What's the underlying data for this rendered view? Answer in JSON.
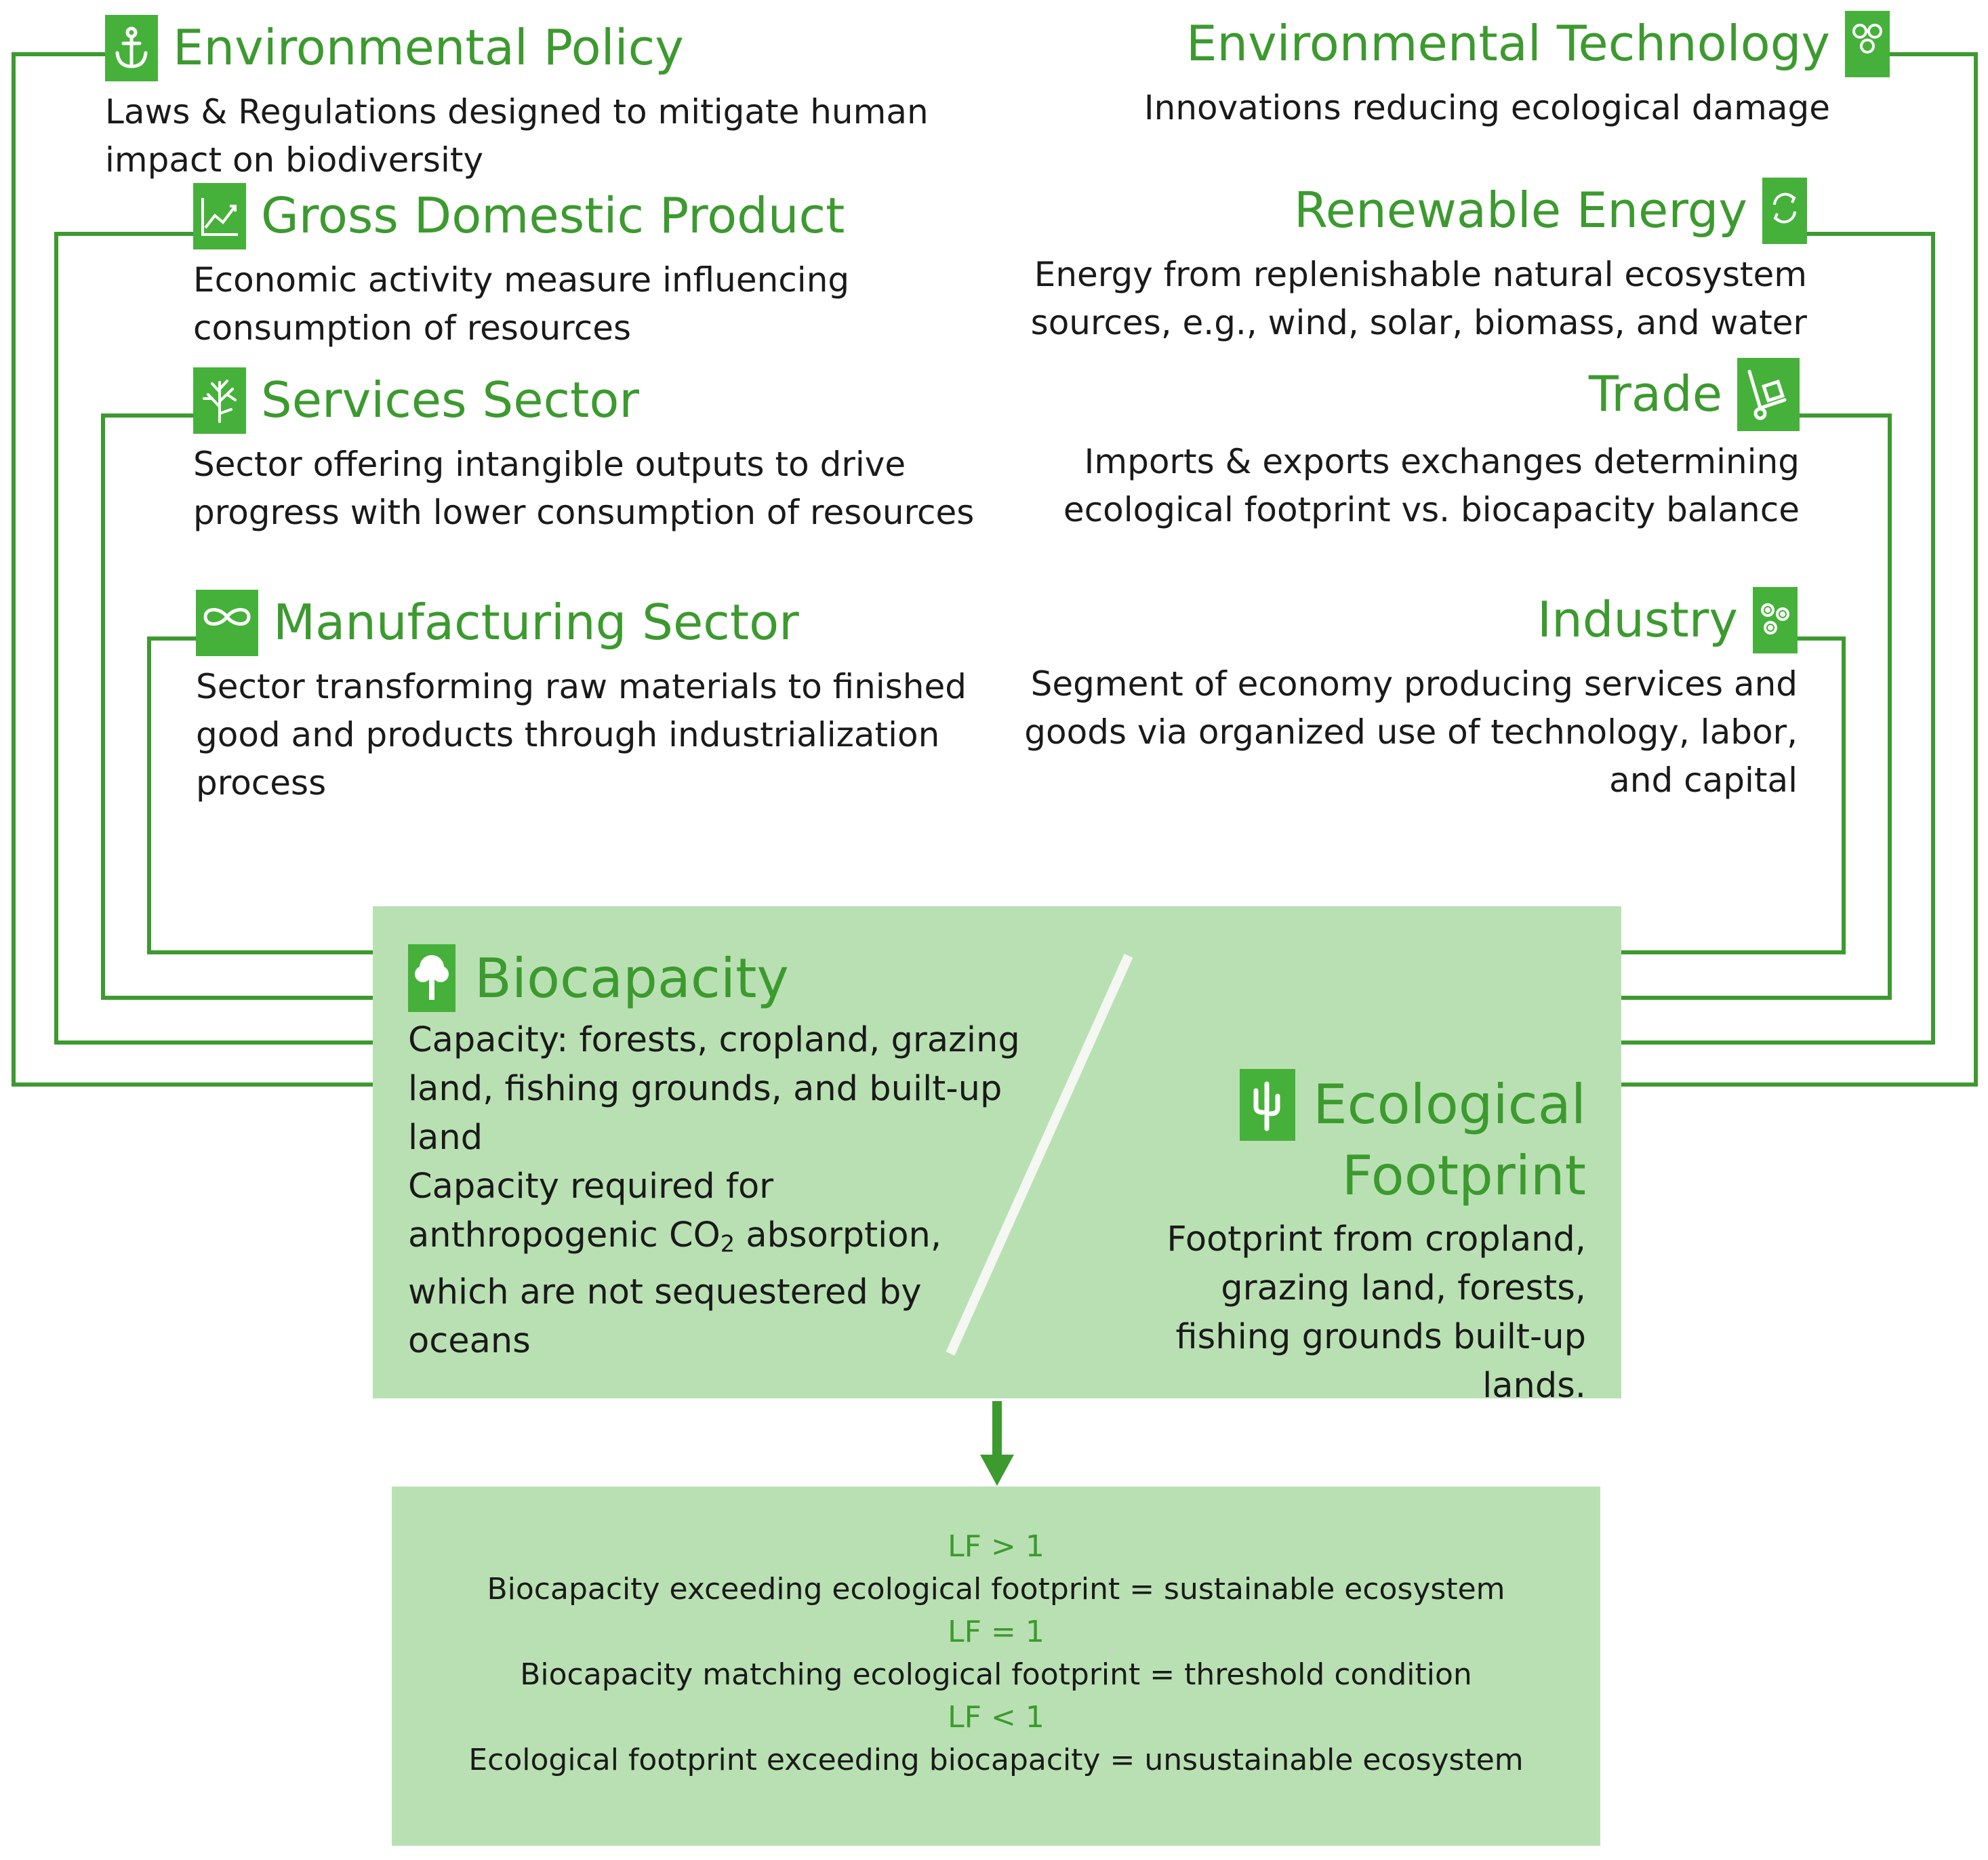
{
  "factors": {
    "policy": {
      "title": "Environmental Policy",
      "desc": "Laws & Regulations designed to mitigate human impact on biodiversity",
      "icon": "anchor-icon"
    },
    "gdp": {
      "title": "Gross Domestic Product",
      "desc": "Economic activity measure influencing consumption of resources",
      "icon": "line-chart-icon"
    },
    "services": {
      "title": "Services Sector",
      "desc": "Sector offering intangible outputs to drive progress with lower consumption of resources",
      "icon": "coral-icon"
    },
    "manufacturing": {
      "title": "Manufacturing Sector",
      "desc": "Sector transforming raw materials to finished good and products through industrialization process",
      "icon": "infinity-icon"
    },
    "technology": {
      "title": "Environmental Technology",
      "desc": "Innovations reducing ecological damage",
      "icon": "molecule-icon"
    },
    "renewable": {
      "title": "Renewable Energy",
      "desc": "Energy from replenishable natural ecosystem sources, e.g., wind, solar, biomass, and water",
      "icon": "cycle-icon"
    },
    "trade": {
      "title": "Trade",
      "desc": "Imports & exports exchanges determining ecological footprint vs. biocapacity balance",
      "icon": "hand-truck-icon"
    },
    "industry": {
      "title": "Industry",
      "desc": "Segment of economy producing services and goods via organized use of technology, labor, and capital",
      "icon": "gears-icon"
    }
  },
  "biocapacity": {
    "title": "Biocapacity",
    "desc1": "Capacity: forests, cropland, grazing land, fishing grounds, and built-up land",
    "desc2_pre": "Capacity required for anthropogenic CO",
    "desc2_sub": "2",
    "desc2_post": " absorption, which are not sequestered by oceans",
    "icon": "tree-icon"
  },
  "footprint": {
    "title_line1": "Ecological",
    "title_line2": "Footprint",
    "desc": "Footprint from cropland, grazing land, forests, fishing grounds built-up lands.",
    "icon": "cactus-icon"
  },
  "outcomes": [
    {
      "condition": "LF > 1",
      "text": "Biocapacity exceeding ecological footprint = sustainable ecosystem"
    },
    {
      "condition": "LF = 1",
      "text": "Biocapacity matching ecological footprint = threshold condition"
    },
    {
      "condition": "LF < 1",
      "text": "Ecological footprint exceeding biocapacity = unsustainable ecosystem"
    }
  ],
  "colors": {
    "line": "#3c9a2f",
    "icon": "#46b13a",
    "box": "#b9e0b2",
    "title": "#3c9a2f"
  }
}
